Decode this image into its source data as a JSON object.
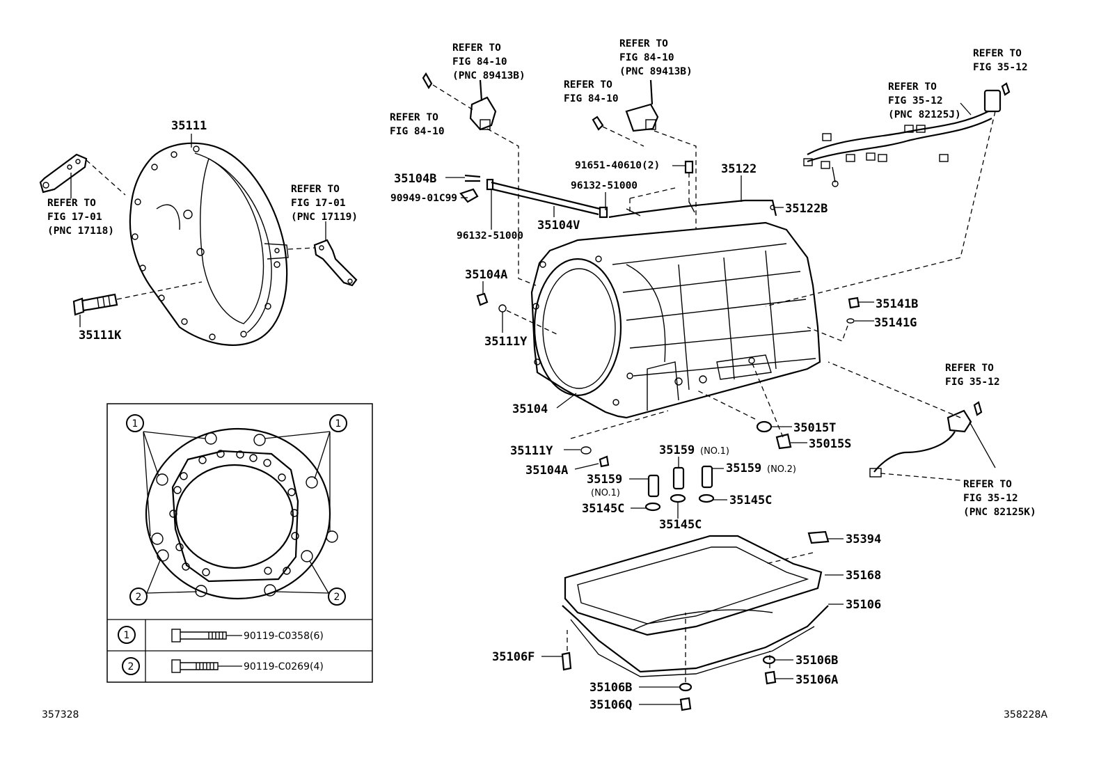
{
  "callouts": {
    "p35111": "35111",
    "p35111K": "35111K",
    "ref_17_01_a": [
      "REFER TO",
      "FIG 17-01",
      "(PNC 17118)"
    ],
    "ref_17_01_b": [
      "REFER TO",
      "FIG 17-01",
      "(PNC 17119)"
    ],
    "ref_84_10_a": [
      "REFER TO",
      "FIG 84-10",
      "(PNC 89413B)"
    ],
    "ref_84_10_b": [
      "REFER TO",
      "FIG 84-10"
    ],
    "ref_84_10_c": [
      "REFER TO",
      "FIG 84-10",
      "(PNC 89413B)"
    ],
    "ref_84_10_d": [
      "REFER TO",
      "FIG 84-10"
    ],
    "ref_35_12_a": [
      "REFER TO",
      "FIG 35-12"
    ],
    "ref_35_12_b": [
      "REFER TO",
      "FIG 35-12",
      "(PNC 82125J)"
    ],
    "ref_35_12_c": [
      "REFER TO",
      "FIG 35-12"
    ],
    "ref_35_12_d": [
      "REFER TO",
      "FIG 35-12",
      "(PNC 82125K)"
    ],
    "p35104B": "35104B",
    "p90949": "90949-01C99",
    "p96132a": "96132-51000",
    "p35104V": "35104V",
    "p96132b": "96132-51000",
    "p91651": "91651-40610(2)",
    "p35122": "35122",
    "p35122B": "35122B",
    "p35104A_top": "35104A",
    "p35111Y_top": "35111Y",
    "p35104": "35104",
    "p35141B": "35141B",
    "p35141G": "35141G",
    "p35015T": "35015T",
    "p35015S": "35015S",
    "p35111Y_bot": "35111Y",
    "p35104A_bot": "35104A",
    "p35159_left": "35159",
    "p35159_left_note": "(NO.1)",
    "p35159_mid": "35159",
    "p35159_mid_note": "(NO.1)",
    "p35159_right": "35159",
    "p35159_right_note": "(NO.2)",
    "p35145C_left": "35145C",
    "p35145C_mid": "35145C",
    "p35145C_right": "35145C",
    "p35394": "35394",
    "p35168": "35168",
    "p35106": "35106",
    "p35106F": "35106F",
    "p35106B_left": "35106B",
    "p35106Q": "35106Q",
    "p35106B_right": "35106B",
    "p35106A": "35106A"
  },
  "inset": {
    "marker1": "1",
    "marker2": "2",
    "legend": [
      {
        "marker": "1",
        "part": "90119-C0358(6)"
      },
      {
        "marker": "2",
        "part": "90119-C0269(4)"
      }
    ]
  },
  "footer": {
    "left_code": "357328",
    "right_code": "358228A"
  }
}
